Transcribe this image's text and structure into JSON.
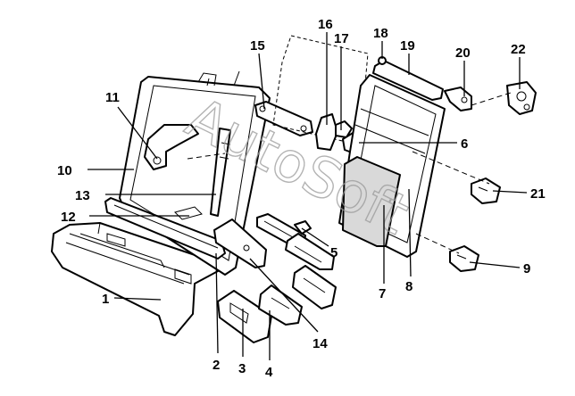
{
  "watermark": "AutoSoft",
  "callouts": [
    "1",
    "2",
    "3",
    "4",
    "5",
    "6",
    "7",
    "8",
    "9",
    "10",
    "11",
    "12",
    "13",
    "14",
    "15",
    "16",
    "17",
    "18",
    "19",
    "20",
    "21",
    "22"
  ]
}
